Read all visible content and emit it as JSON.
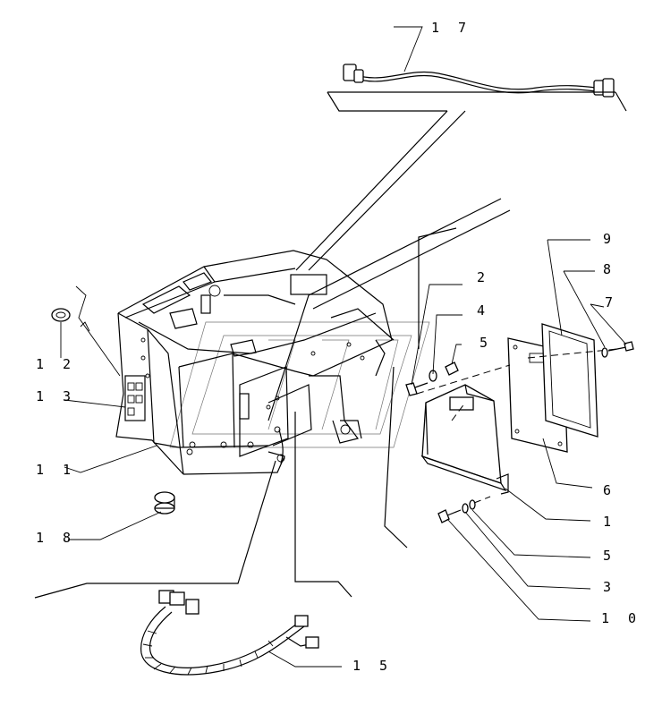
{
  "callouts": [
    {
      "id": "c17",
      "label": "1 7"
    },
    {
      "id": "c2",
      "label": "2"
    },
    {
      "id": "c4",
      "label": "4"
    },
    {
      "id": "c5a",
      "label": "5"
    },
    {
      "id": "c9",
      "label": "9"
    },
    {
      "id": "c8",
      "label": "8"
    },
    {
      "id": "c7",
      "label": "7"
    },
    {
      "id": "c12",
      "label": "1 2"
    },
    {
      "id": "c13",
      "label": "1 3"
    },
    {
      "id": "c11",
      "label": "1 1"
    },
    {
      "id": "c18",
      "label": "1 8"
    },
    {
      "id": "c6",
      "label": "6"
    },
    {
      "id": "c1",
      "label": "1"
    },
    {
      "id": "c5b",
      "label": "5"
    },
    {
      "id": "c3",
      "label": "3"
    },
    {
      "id": "c10",
      "label": "1 0"
    },
    {
      "id": "c15",
      "label": "1 5"
    }
  ]
}
